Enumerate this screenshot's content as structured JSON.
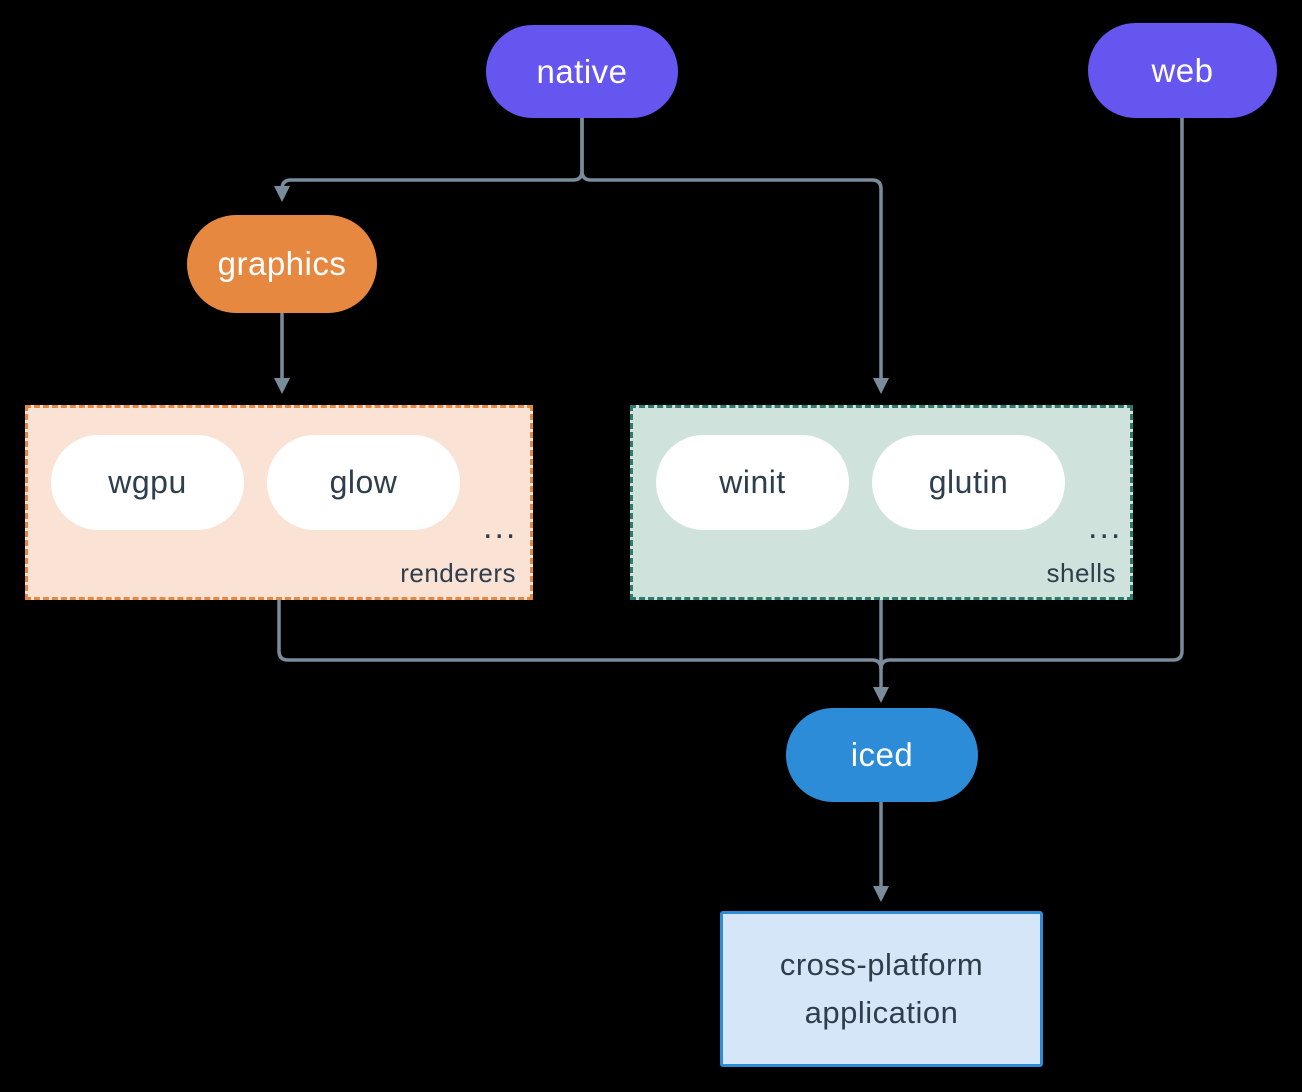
{
  "nodes": {
    "native": {
      "label": "native"
    },
    "web": {
      "label": "web"
    },
    "graphics": {
      "label": "graphics"
    },
    "iced": {
      "label": "iced"
    },
    "app": {
      "line1": "cross-platform",
      "line2": "application"
    }
  },
  "groups": {
    "renderers": {
      "label": "renderers",
      "items": [
        "wgpu",
        "glow"
      ],
      "ellipsis": "..."
    },
    "shells": {
      "label": "shells",
      "items": [
        "winit",
        "glutin"
      ],
      "ellipsis": "..."
    }
  },
  "colors": {
    "purple": "#6456EE",
    "orange": "#E78840",
    "blue": "#2D8CD8",
    "line": "#7A8B9C",
    "ink": "#2F3E4C",
    "white": "#FFFFFF",
    "renderers_bg": "#FAE3D5",
    "renderers_border": "#E78840",
    "shells_bg": "#CFE2DB",
    "shells_border": "#2D7A6E",
    "app_bg": "#D5E6F8",
    "app_border": "#2D8CD8"
  }
}
